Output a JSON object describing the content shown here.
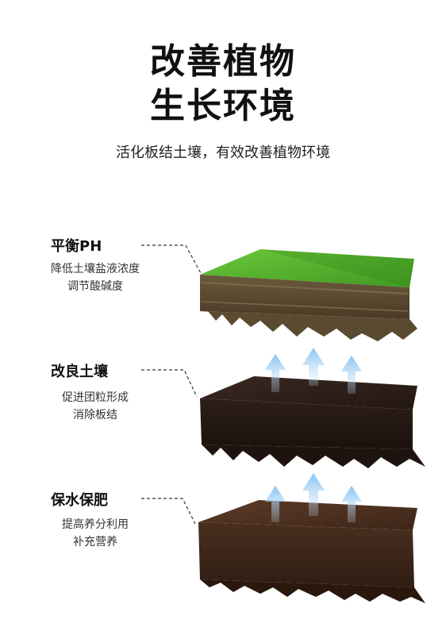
{
  "header": {
    "title_line1": "改善植物",
    "title_line2": "生长环境",
    "subtitle": "活化板结土壤，有效改善植物环境"
  },
  "features": [
    {
      "title": "平衡PH",
      "desc_line1": "降低土壤盐液浓度",
      "desc_line2": "调节酸碱度"
    },
    {
      "title": "改良土壤",
      "desc_line1": "促进团粒形成",
      "desc_line2": "消除板结"
    },
    {
      "title": "保水保肥",
      "desc_line1": "提高养分利用",
      "desc_line2": "补充营养"
    }
  ],
  "colors": {
    "grass": "#4caf2a",
    "dark_soil": "#2a1c17",
    "brown_soil": "#4a2e1e",
    "arrow": "#9fcdf2"
  }
}
